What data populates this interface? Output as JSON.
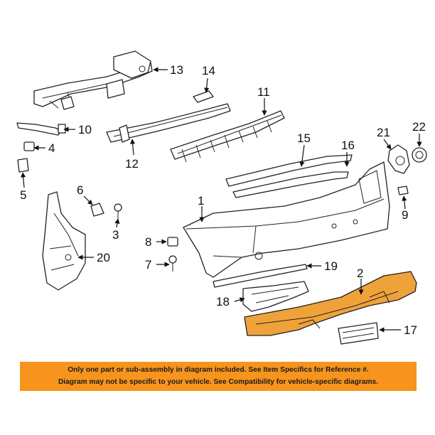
{
  "callouts": {
    "c1": "1",
    "c2": "2",
    "c3": "3",
    "c4": "4",
    "c5": "5",
    "c6": "6",
    "c7": "7",
    "c8": "8",
    "c9": "9",
    "c10": "10",
    "c11": "11",
    "c12": "12",
    "c13": "13",
    "c14": "14",
    "c15": "15",
    "c16": "16",
    "c17": "17",
    "c18": "18",
    "c19": "19",
    "c20": "20",
    "c21": "21",
    "c22": "22"
  },
  "notice": {
    "line1": "Only one part or sub-assembly in diagram included. See Item Specifics for Reference #.",
    "line2": "Diagram may not be specific to your vehicle. See Compatibility for vehicle-specific diagrams."
  },
  "colors": {
    "highlight": "#f0a23a",
    "notice_bg": "#f7941d"
  }
}
